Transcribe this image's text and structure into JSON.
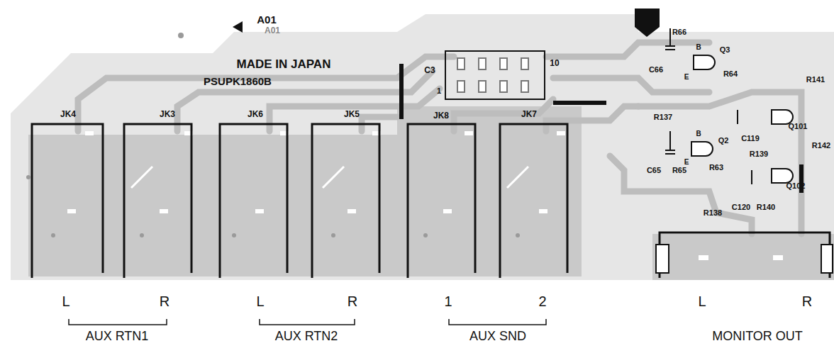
{
  "diagram": {
    "labels": [
      "A01",
      "A01",
      "MADE IN JAPAN",
      "PSUPK1860B",
      "C3",
      "1",
      "10",
      "JK4",
      "JK3",
      "JK6",
      "JK5",
      "JK8",
      "JK7",
      "C66",
      "R66",
      "B",
      "Q3",
      "E",
      "R64",
      "R137",
      "B",
      "C65",
      "R65",
      "E",
      "R63",
      "Q2",
      "C119",
      "R139",
      "Q101",
      "R141",
      "R142",
      "R138",
      "C120",
      "R140",
      "Q102",
      "L",
      "R",
      "L",
      "R",
      "1",
      "2",
      "L",
      "R",
      "AUX RTN1",
      "AUX RTN2",
      "AUX SND",
      "MONITOR OUT"
    ]
  }
}
